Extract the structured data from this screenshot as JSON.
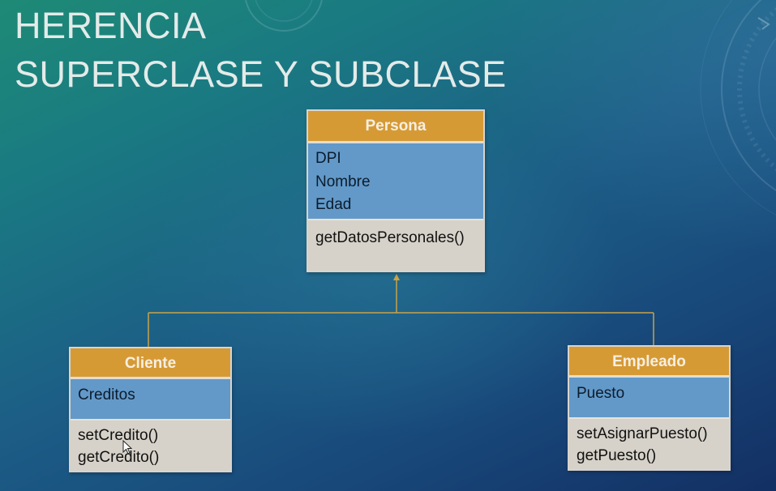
{
  "slide": {
    "title_line1": "HERENCIA",
    "title_line2": "SUPERCLASE Y SUBCLASE"
  },
  "diagram": {
    "superclass": {
      "name": "Persona",
      "attributes": [
        "DPI",
        "Nombre",
        "Edad"
      ],
      "methods": [
        "getDatosPersonales()"
      ]
    },
    "subclasses": [
      {
        "name": "Cliente",
        "attributes": [
          "Creditos"
        ],
        "methods": [
          "setCredito()",
          "getCredito()"
        ]
      },
      {
        "name": "Empleado",
        "attributes": [
          "Puesto"
        ],
        "methods": [
          "setAsignarPuesto()",
          "getPuesto()"
        ]
      }
    ],
    "relationship": "inheritance"
  },
  "colors": {
    "header": "#d69a35",
    "attributes": "#6299c9",
    "methods": "#d6d2c9",
    "connector": "#c9a24a"
  },
  "icons": {
    "cursor": "mouse-pointer-icon"
  }
}
